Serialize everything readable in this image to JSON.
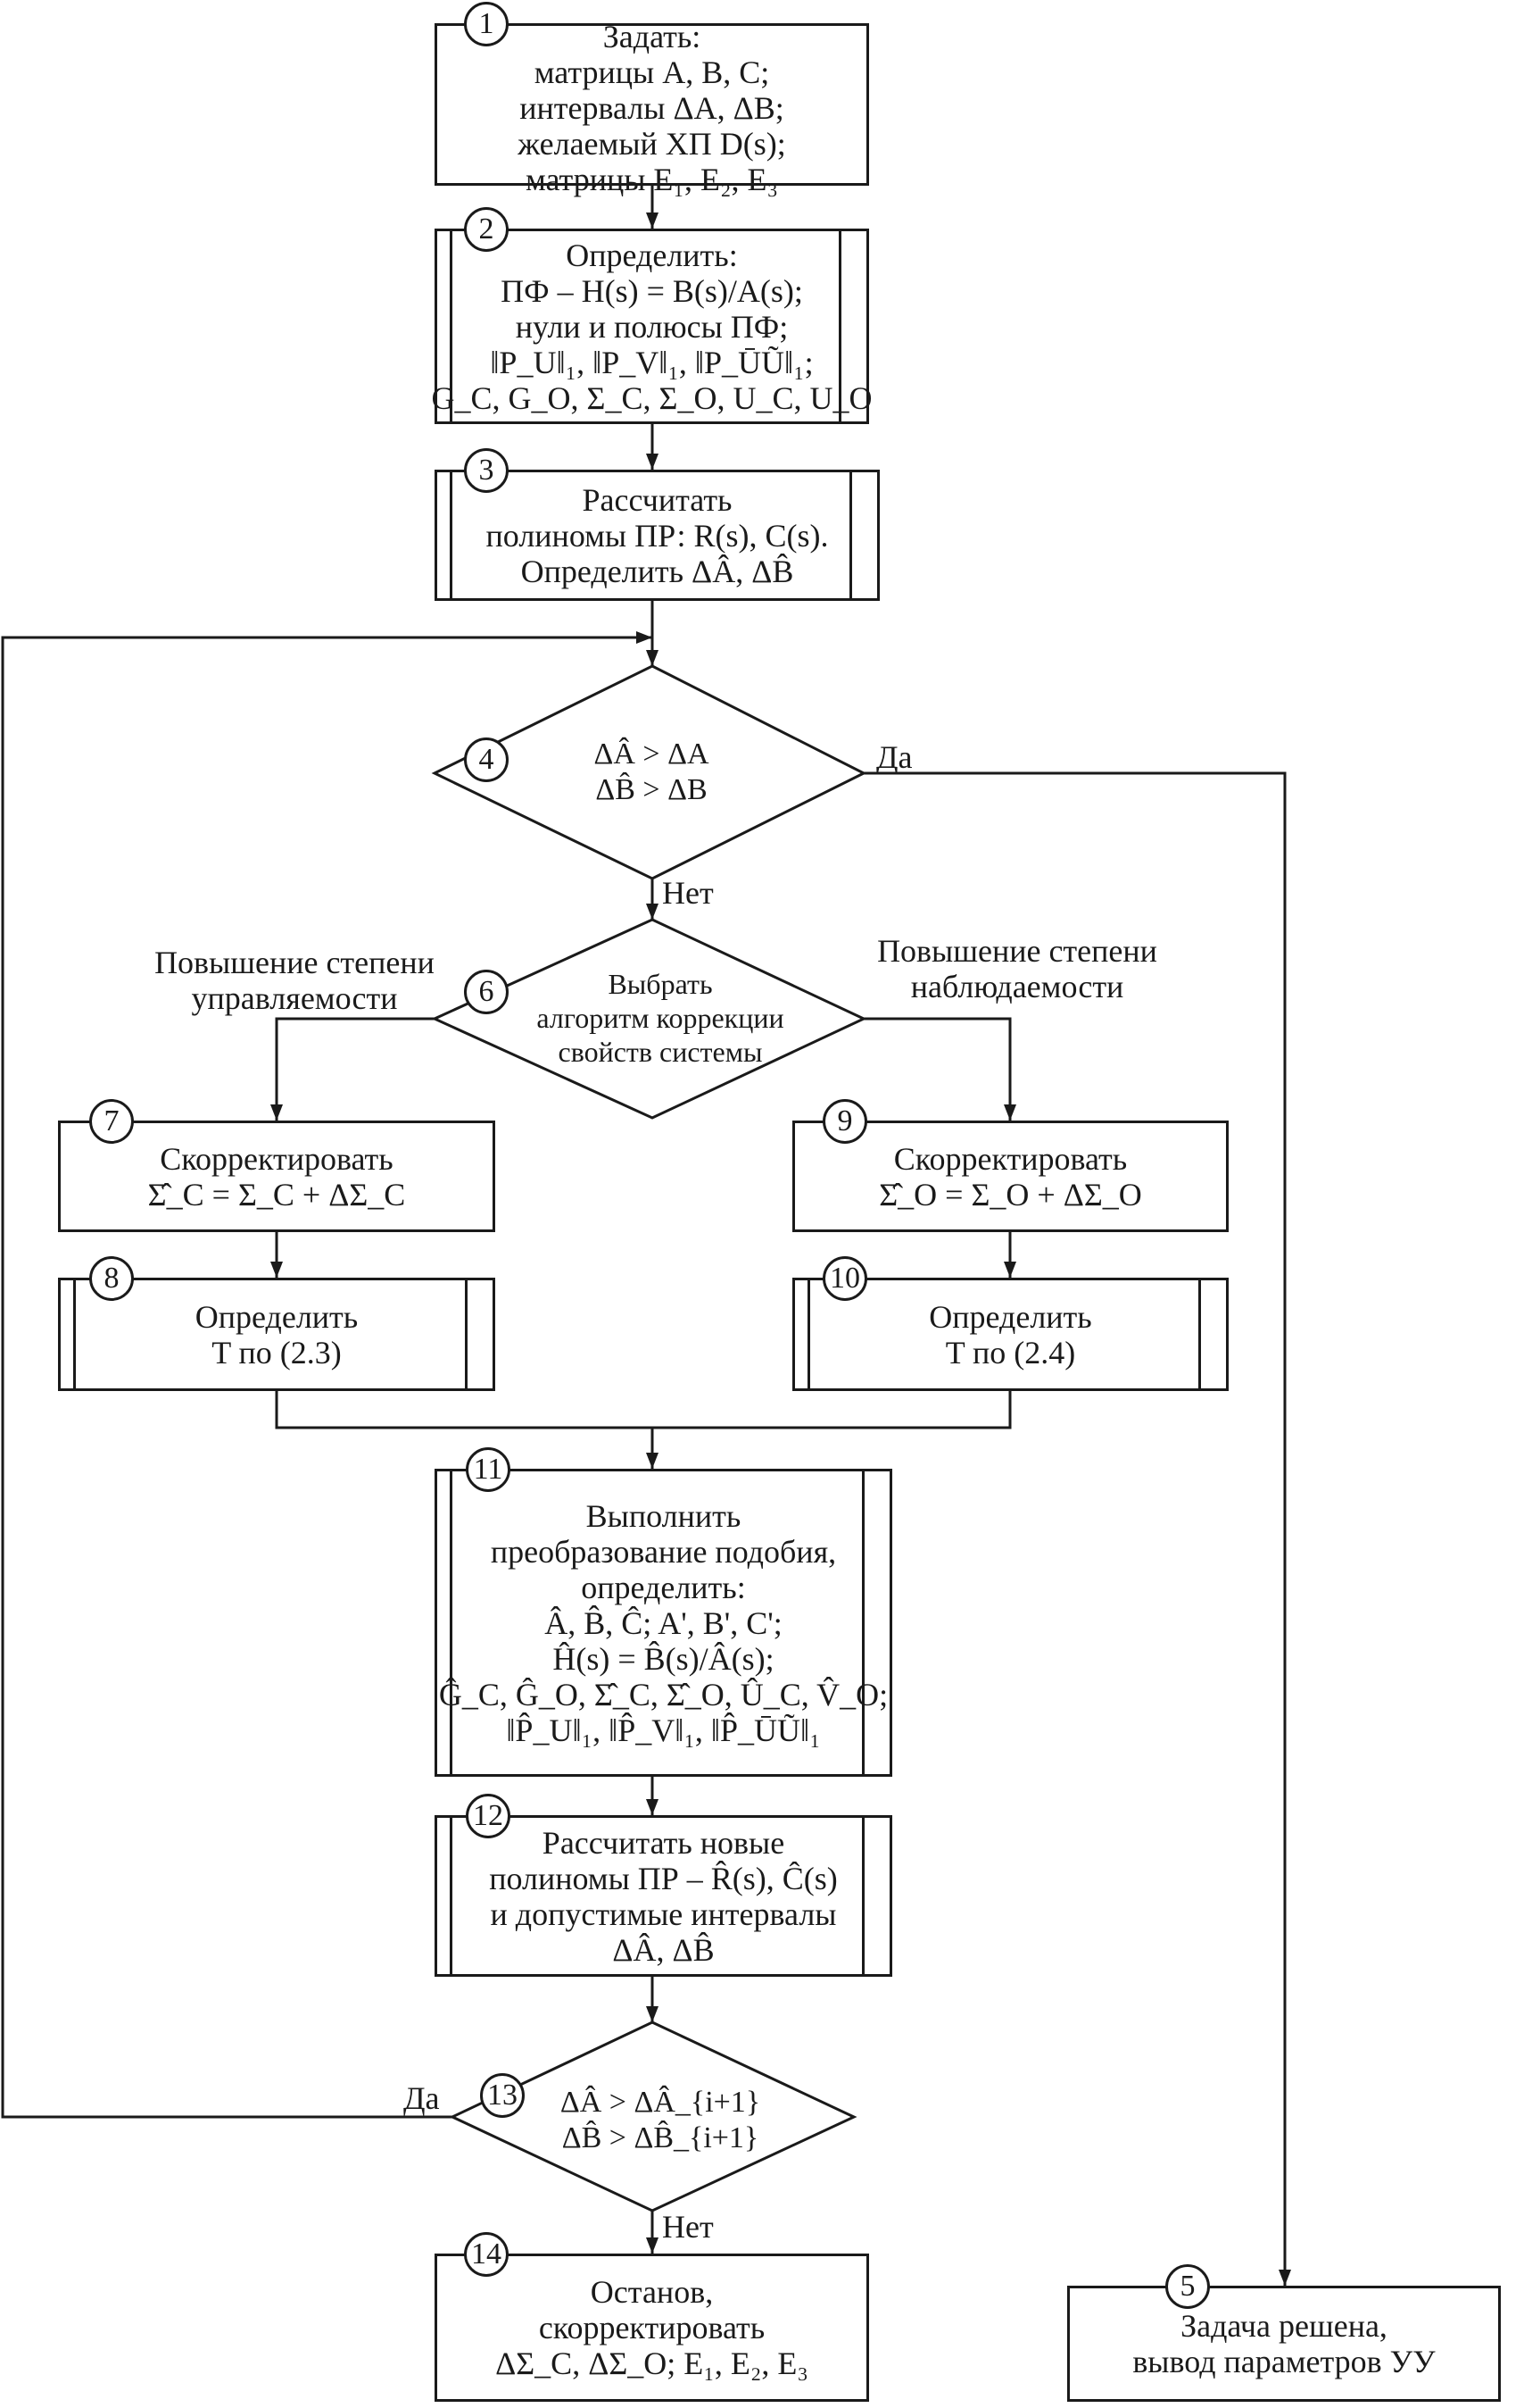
{
  "blocks": {
    "b1": {
      "number": "1",
      "lines": [
        "Задать:",
        "матрицы A, B, C;",
        "интервалы ΔA, ΔB;",
        "желаемый ХП D(s);",
        "матрицы E₁, E₂, E₃"
      ]
    },
    "b2": {
      "number": "2",
      "lines": [
        "Определить:",
        "ПФ – H(s) = B(s)/A(s);",
        "нули и полюсы ПФ;",
        "‖P_U‖₁, ‖P_V‖₁, ‖P_ŪŨ‖₁;",
        "G_C, G_O, Σ_C, Σ_O, U_C, U_O"
      ]
    },
    "b3": {
      "number": "3",
      "lines": [
        "Рассчитать",
        "полиномы ПР: R(s), C(s).",
        "Определить ΔÂ, ΔB̂"
      ]
    },
    "d4": {
      "number": "4",
      "lines": [
        "ΔÂ > ΔA",
        "ΔB̂ > ΔB"
      ],
      "yes": "Да",
      "no": "Нет"
    },
    "b5": {
      "number": "5",
      "lines": [
        "Задача решена,",
        "вывод параметров УУ"
      ]
    },
    "d6": {
      "number": "6",
      "lines": [
        "Выбрать",
        "алгоритм коррекции",
        "свойств системы"
      ],
      "left_branch": [
        "Повышение степени",
        "управляемости"
      ],
      "right_branch": [
        "Повышение степени",
        "наблюдаемости"
      ]
    },
    "b7": {
      "number": "7",
      "lines": [
        "Скорректировать",
        "Σ̂_C = Σ_C + ΔΣ_C"
      ]
    },
    "b8": {
      "number": "8",
      "lines": [
        "Определить",
        "T по (2.3)"
      ]
    },
    "b9": {
      "number": "9",
      "lines": [
        "Скорректировать",
        "Σ̂_O = Σ_O + ΔΣ_O"
      ]
    },
    "b10": {
      "number": "10",
      "lines": [
        "Определить",
        "T по (2.4)"
      ]
    },
    "b11": {
      "number": "11",
      "lines": [
        "Выполнить",
        "преобразование подобия,",
        "определить:",
        "Â, B̂, Ĉ; A', B', C';",
        "Ĥ(s) = B̂(s)/Â(s);",
        "Ĝ_C, Ĝ_O, Σ̂_C, Σ̂_O, Û_C, V̂_O;",
        "‖P̂_U‖₁, ‖P̂_V‖₁, ‖P̂_ŪŨ‖₁"
      ]
    },
    "b12": {
      "number": "12",
      "lines": [
        "Рассчитать новые",
        "полиномы ПР – R̂(s), Ĉ(s)",
        "и допустимые интервалы",
        "ΔÂ, ΔB̂"
      ]
    },
    "d13": {
      "number": "13",
      "lines": [
        "ΔÂ > ΔÂ_{i+1}",
        "ΔB̂ > ΔB̂_{i+1}"
      ],
      "yes": "Да",
      "no": "Нет"
    },
    "b14": {
      "number": "14",
      "lines": [
        "Останов,",
        "скорректировать",
        "ΔΣ_C, ΔΣ_O; E₁, E₂, E₃"
      ]
    }
  }
}
